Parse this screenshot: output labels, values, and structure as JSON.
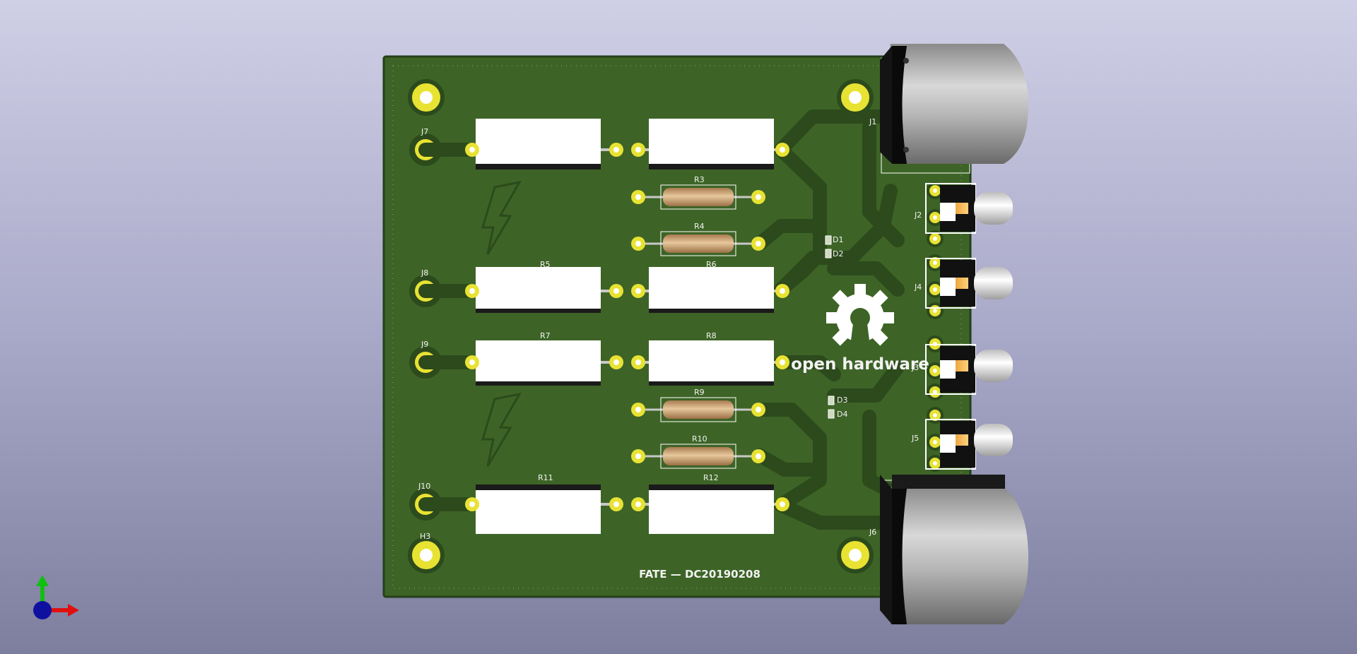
{
  "board": {
    "footer_text": "FATE — DC20190208",
    "logo_text": "open hardware",
    "colors": {
      "substrate": "#3d6426",
      "copper": "#2c4a1c",
      "copper_dark": "#25401a",
      "pad_gold": "#e8e233",
      "silk": "#f2f2f2",
      "background_top": "#cfcfe6",
      "background_bottom": "#7e7e9e"
    },
    "labels": {
      "J1": "J1",
      "J2": "J2",
      "J3": "J3",
      "J4": "J4",
      "J5": "J5",
      "J6": "J6",
      "J7": "J7",
      "J8": "J8",
      "J9": "J9",
      "J10": "J10",
      "H3": "H3",
      "R3": "R3",
      "R4": "R4",
      "R5": "R5",
      "R6": "R6",
      "R7": "R7",
      "R8": "R8",
      "R9": "R9",
      "R10": "R10",
      "R11": "R11",
      "R12": "R12",
      "D1": "D1",
      "D2": "D2",
      "D3": "D3",
      "D4": "D4"
    }
  },
  "axes": {
    "x_color": "#e01010",
    "y_color": "#10c010",
    "z_color": "#1010a0"
  }
}
